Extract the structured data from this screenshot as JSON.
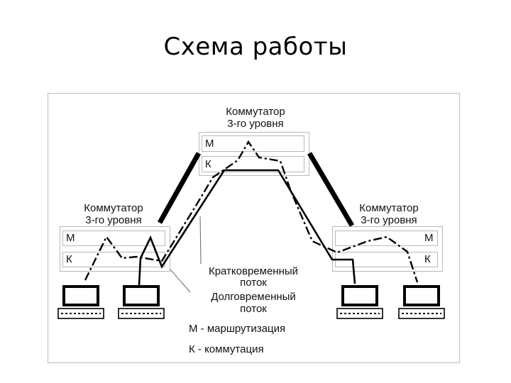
{
  "title": "Схема работы",
  "switches": {
    "top": {
      "line1": "Коммутатор",
      "line2": "3-го уровня",
      "row_m": "М",
      "row_k": "К"
    },
    "left": {
      "line1": "Коммутатор",
      "line2": "3-го уровня",
      "row_m": "М",
      "row_k": "К"
    },
    "right": {
      "line1": "Коммутатор",
      "line2": "3-го уровня",
      "row_m": "М",
      "row_k": "К"
    }
  },
  "legend": {
    "short_line1": "Кратковременный",
    "short_line2": "поток",
    "long_line1": "Долговременный",
    "long_line2": "поток",
    "m_def": "М - маршрутизация",
    "k_def": "К - коммутация"
  }
}
